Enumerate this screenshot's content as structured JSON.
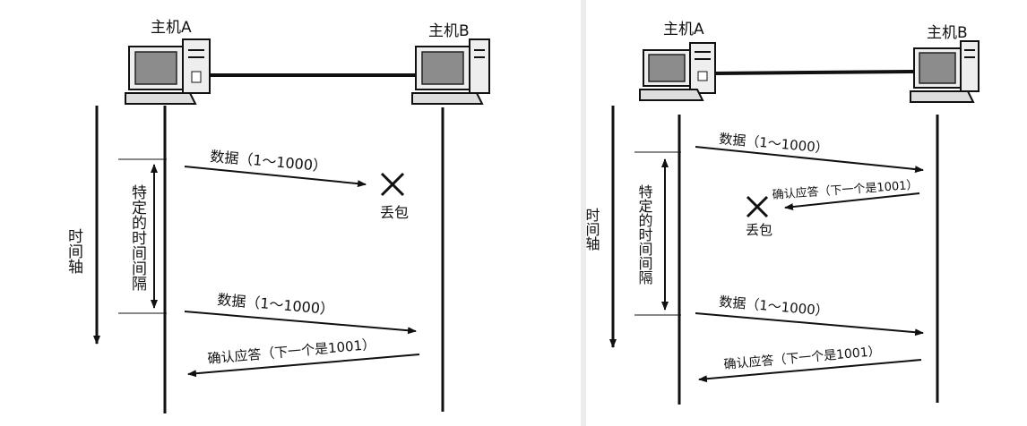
{
  "colors": {
    "line": "#111111",
    "screen": "#8c8c8c",
    "case": "#e9e9e9"
  },
  "icons": {
    "host": "computer-icon",
    "loss": "x-mark-icon"
  },
  "left": {
    "host_a": "主机A",
    "host_b": "主机B",
    "time_axis": "时间轴",
    "interval": "特定的时间间隔",
    "data_1": "数据（1～1000）",
    "loss": "丢包",
    "data_2": "数据（1～1000）",
    "ack": "确认应答（下一个是1001）"
  },
  "right": {
    "host_a": "主机A",
    "host_b": "主机B",
    "time_axis": "时间轴",
    "interval": "特定的时间间隔",
    "data_1": "数据（1～1000）",
    "ack_1": "确认应答（下一个是1001）",
    "loss": "丢包",
    "data_2": "数据（1～1000）",
    "ack_2": "确认应答（下一个是1001）"
  }
}
